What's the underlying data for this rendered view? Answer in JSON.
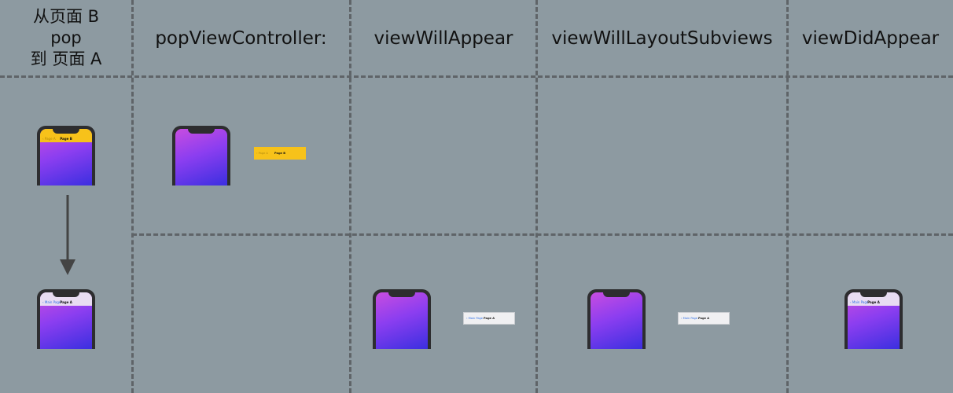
{
  "headers": {
    "col0_line1": "从页面 B",
    "col0_line2": "pop",
    "col0_line3": "到 页面 A",
    "col1": "popViewController:",
    "col2": "viewWillAppear",
    "col3": "viewWillLayoutSubviews",
    "col4": "viewDidAppear"
  },
  "page_b": {
    "back_label": "Page A",
    "title": "Page B"
  },
  "page_a": {
    "back_label": "Main Page",
    "title": "Page A"
  },
  "colors": {
    "background": "#8d9aa1",
    "grid_line": "#5f6468",
    "page_b_navbar": "#f7c21a",
    "page_a_navbar": "#e8dcf2",
    "arrow": "#444444"
  }
}
